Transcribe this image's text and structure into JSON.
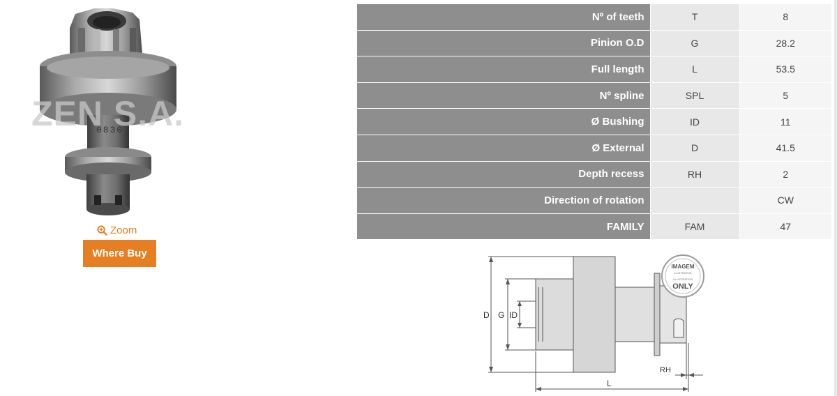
{
  "product": {
    "watermark": "ZEN S.A.",
    "part_marking": "0830",
    "zoom_label": "Zoom",
    "where_buy_label": "Where Buy"
  },
  "specs": [
    {
      "label": "Nº of teeth",
      "code": "T",
      "value": "8"
    },
    {
      "label": "Pinion O.D",
      "code": "G",
      "value": "28.2"
    },
    {
      "label": "Full length",
      "code": "L",
      "value": "53.5"
    },
    {
      "label": "Nº spline",
      "code": "SPL",
      "value": "5"
    },
    {
      "label": "Ø Bushing",
      "code": "ID",
      "value": "11"
    },
    {
      "label": "Ø External",
      "code": "D",
      "value": "41.5"
    },
    {
      "label": "Depth recess",
      "code": "RH",
      "value": "2"
    },
    {
      "label": "Direction of rotation",
      "code": "",
      "value": "CW"
    },
    {
      "label": "FAMILY",
      "code": "FAM",
      "value": "47"
    }
  ],
  "drawing": {
    "dim_d": "D",
    "dim_g": "G",
    "dim_id": "ID",
    "dim_l": "L",
    "dim_rh": "RH",
    "stamp_top": "IMAGEM",
    "stamp_sub1": "ILUSTRATIVA",
    "stamp_sub2": "ILLUSTRATION",
    "stamp_bottom": "ONLY"
  },
  "colors": {
    "accent": "#e67e22",
    "table_label_bg": "#8e8e8e",
    "table_code_bg": "#e8e8e8",
    "table_value_bg": "#f5f5f5"
  },
  "icons": {
    "zoom": "magnifier-plus-icon"
  }
}
